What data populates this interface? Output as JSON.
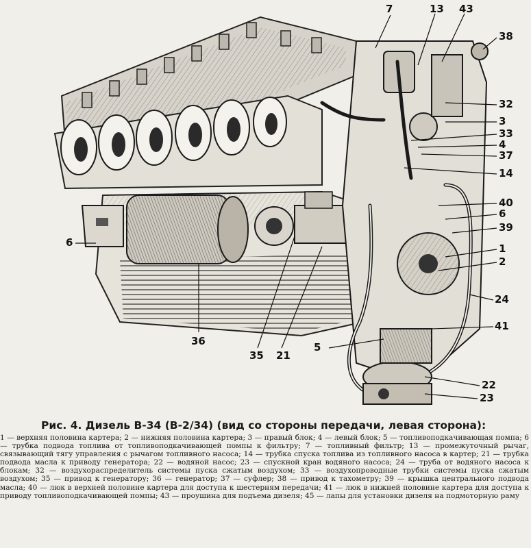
{
  "figure": {
    "callouts": [
      {
        "id": "c7",
        "text": "7"
      },
      {
        "id": "c13",
        "text": "13"
      },
      {
        "id": "c43",
        "text": "43"
      },
      {
        "id": "c38",
        "text": "38"
      },
      {
        "id": "c32",
        "text": "32"
      },
      {
        "id": "c3",
        "text": "3"
      },
      {
        "id": "c33",
        "text": "33"
      },
      {
        "id": "c4",
        "text": "4"
      },
      {
        "id": "c37",
        "text": "37"
      },
      {
        "id": "c14",
        "text": "14"
      },
      {
        "id": "c40",
        "text": "40"
      },
      {
        "id": "c6r",
        "text": "6"
      },
      {
        "id": "c39",
        "text": "39"
      },
      {
        "id": "c1",
        "text": "1"
      },
      {
        "id": "c2",
        "text": "2"
      },
      {
        "id": "c24",
        "text": "24"
      },
      {
        "id": "c41",
        "text": "41"
      },
      {
        "id": "c22",
        "text": "22"
      },
      {
        "id": "c23",
        "text": "23"
      },
      {
        "id": "c5",
        "text": "5"
      },
      {
        "id": "c21",
        "text": "21"
      },
      {
        "id": "c35",
        "text": "35"
      },
      {
        "id": "c36",
        "text": "36"
      },
      {
        "id": "c6l",
        "text": "6"
      }
    ]
  },
  "caption": {
    "title": "Рис. 4. Дизель В-34 (В-2/34) (вид со стороны передачи, левая сторона):",
    "items": [
      "1 — верхняя половина картера;",
      "2 — нижняя половина картера;",
      "3 — правый блок;",
      "4 — левый блок;",
      "5 — топливоподкачивающая помпа;",
      "6 — трубка подвода топлива от топливоподкачивающей помпы к фильтру;",
      "7 — топливный фильтр;",
      "13 — промежуточный рычаг, связывающий тягу управления с рычагом топливного насоса;",
      "14 — трубка спуска топлива из топливного насоса в картер;",
      "21 — трубка подвода масла к приводу генератора;",
      "22 — водяной насос;",
      "23 — спускной кран водяного насоса;",
      "24 — труба от водяного насоса к блокам;",
      "32 — воздухораспределитель системы пуска сжатым воздухом;",
      "33 — воздухопроводные трубки системы пуска сжатым воздухом;",
      "35 — привод к генератору;",
      "36 — генератор;",
      "37 — суфлер;",
      "38 — привод к тахометру;",
      "39 — крышка центрального подвода масла;",
      "40 — люк в верхней половине картера для доступа к шестерням передачи;",
      "41 — люк в нижней половине картера для доступа к приводу топливоподкачивающей помпы;",
      "43 — проушина для подъема дизеля;",
      "45 — лапы для установки дизеля на подмоторную раму"
    ]
  }
}
